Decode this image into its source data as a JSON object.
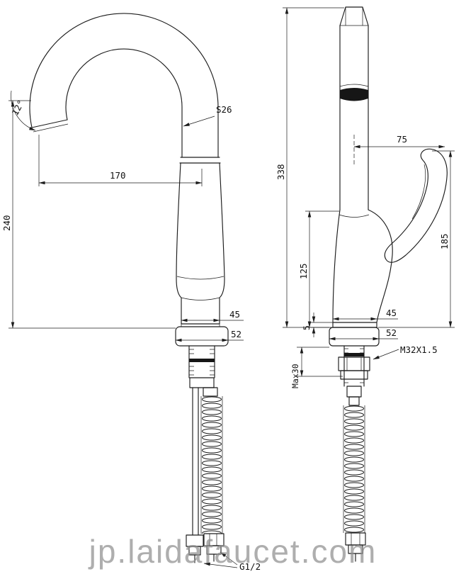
{
  "drawing": {
    "watermark": "jp.laidafaucet.com",
    "left_view": {
      "dims": {
        "angle": "12°",
        "spout_diameter": "S26",
        "reach": "170",
        "height": "240",
        "body_width": "45",
        "base_width": "52",
        "thread": "G1/2"
      }
    },
    "right_view": {
      "dims": {
        "handle_reach": "75",
        "total_height": "338",
        "handle_height": "185",
        "body_height": "125",
        "base_lip": "5",
        "body_width": "45",
        "base_width": "52",
        "mount_thread": "M32X1.5",
        "max_counter": "Max30"
      }
    }
  }
}
